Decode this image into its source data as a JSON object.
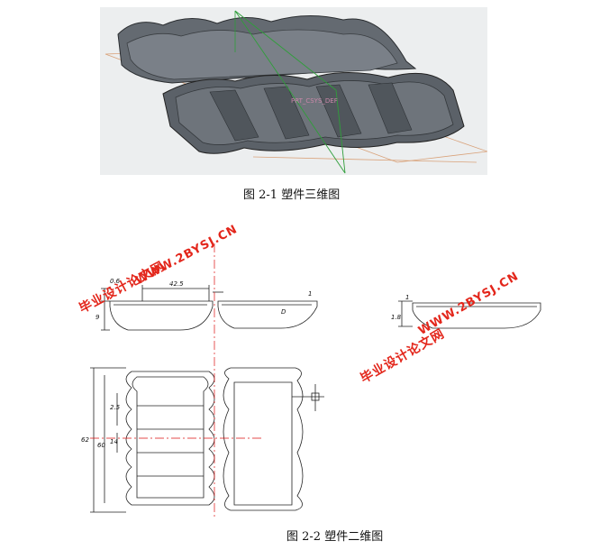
{
  "figure1": {
    "caption": "图 2-1 塑件三维图",
    "model_label": "PRT_CSYS_DEF"
  },
  "figure2": {
    "caption": "图 2-2  塑件二维图",
    "dimensions": {
      "width": "42.5",
      "wall_a": "0.6",
      "wall_b": "1",
      "depth_left": "9",
      "depth_right": "1.8",
      "overall_height": "62",
      "inner_height": "60",
      "rib_gap": "2.5",
      "rib_pitch": "14",
      "d_mark": "D",
      "small": "1"
    }
  },
  "watermarks": [
    {
      "url": "WWW.2BYSJ.CN",
      "text": "毕业设计论文网"
    },
    {
      "url": "WWW.2BYSJ.CN",
      "text": "毕业设计论文网"
    }
  ],
  "colors": {
    "plastic": "#5c6167",
    "watermark": "#e3261b",
    "centerline": "#d11",
    "model_bg": "#eceeef"
  }
}
